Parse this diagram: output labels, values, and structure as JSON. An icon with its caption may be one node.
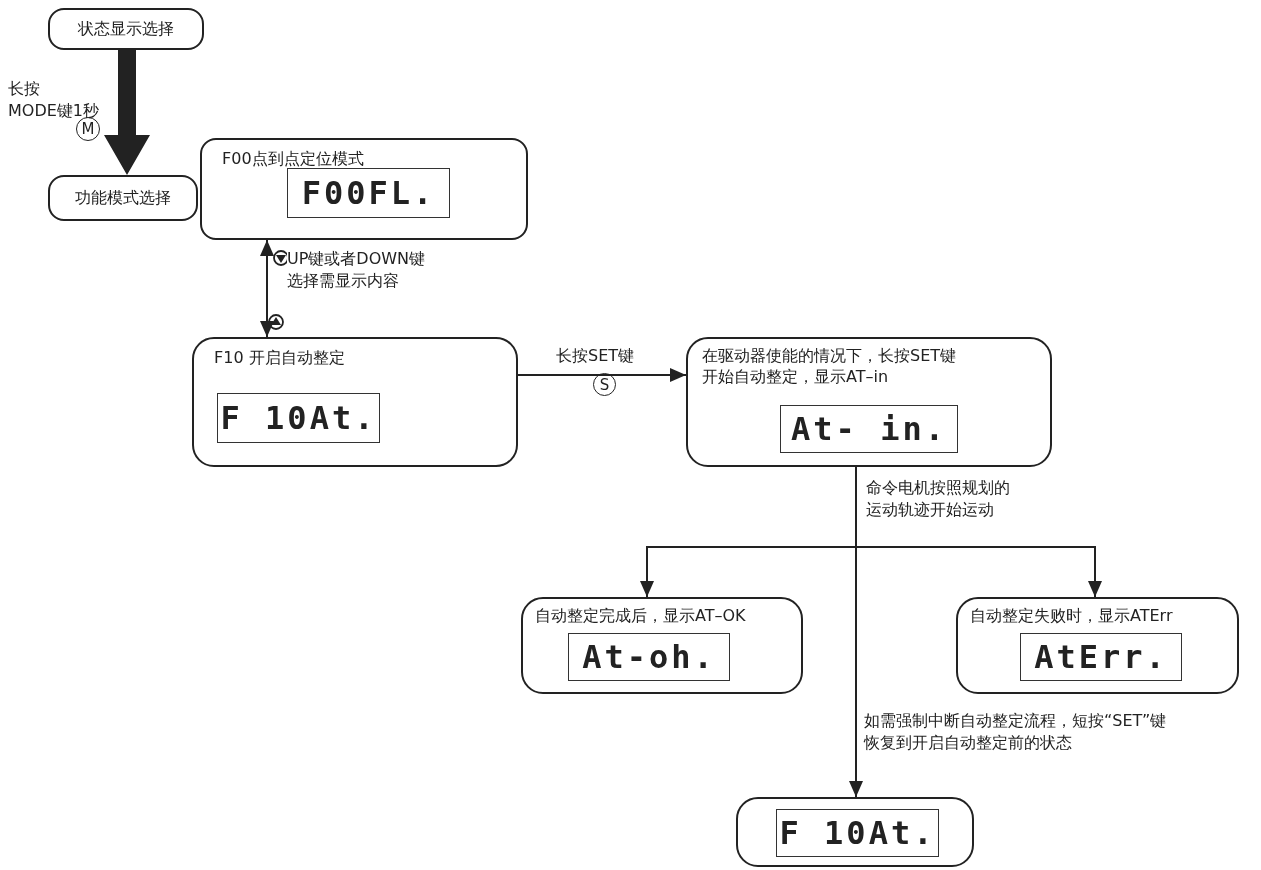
{
  "diagram": {
    "nodes": [
      {
        "text": [
          "状态显示选择"
        ]
      },
      {
        "text": [
          "功能模式选择"
        ]
      },
      {
        "text": [
          "F00点到点定位模式",
          "F00FL."
        ]
      },
      {
        "text": [
          "F10 开启自动整定",
          "F 10At."
        ]
      },
      {
        "text": [
          "在驱动器使能的情况下，长按SET键开始自动整定，显示AT–in",
          "At- in."
        ]
      },
      {
        "text": [
          "自动整定完成后，显示AT–OK",
          "At-oh."
        ]
      },
      {
        "text": [
          "自动整定失败时，显示ATErr",
          "AtErr."
        ]
      },
      {
        "text": [
          "F 10At."
        ]
      }
    ],
    "edges": [
      {
        "from": 0,
        "to": 1,
        "arrow": "to",
        "style": "thick",
        "label": "长按MODE键1秒"
      },
      {
        "from": 2,
        "to": 3,
        "arrow": "both",
        "label": "UP键或者DOWN键选择需显示内容"
      },
      {
        "from": 3,
        "to": 4,
        "arrow": "to",
        "label": "长按SET键"
      },
      {
        "from": 4,
        "to": 5,
        "arrow": "to"
      },
      {
        "from": 4,
        "to": 6,
        "arrow": "to"
      },
      {
        "from": 4,
        "to": 7,
        "arrow": "to",
        "label": "如需强制中断自动整定流程，短按“SET”键恢复到开启自动整定前的状态"
      }
    ],
    "labels": [
      "M",
      "S",
      "命令电机按照规划的运动轨迹开始运动"
    ]
  }
}
